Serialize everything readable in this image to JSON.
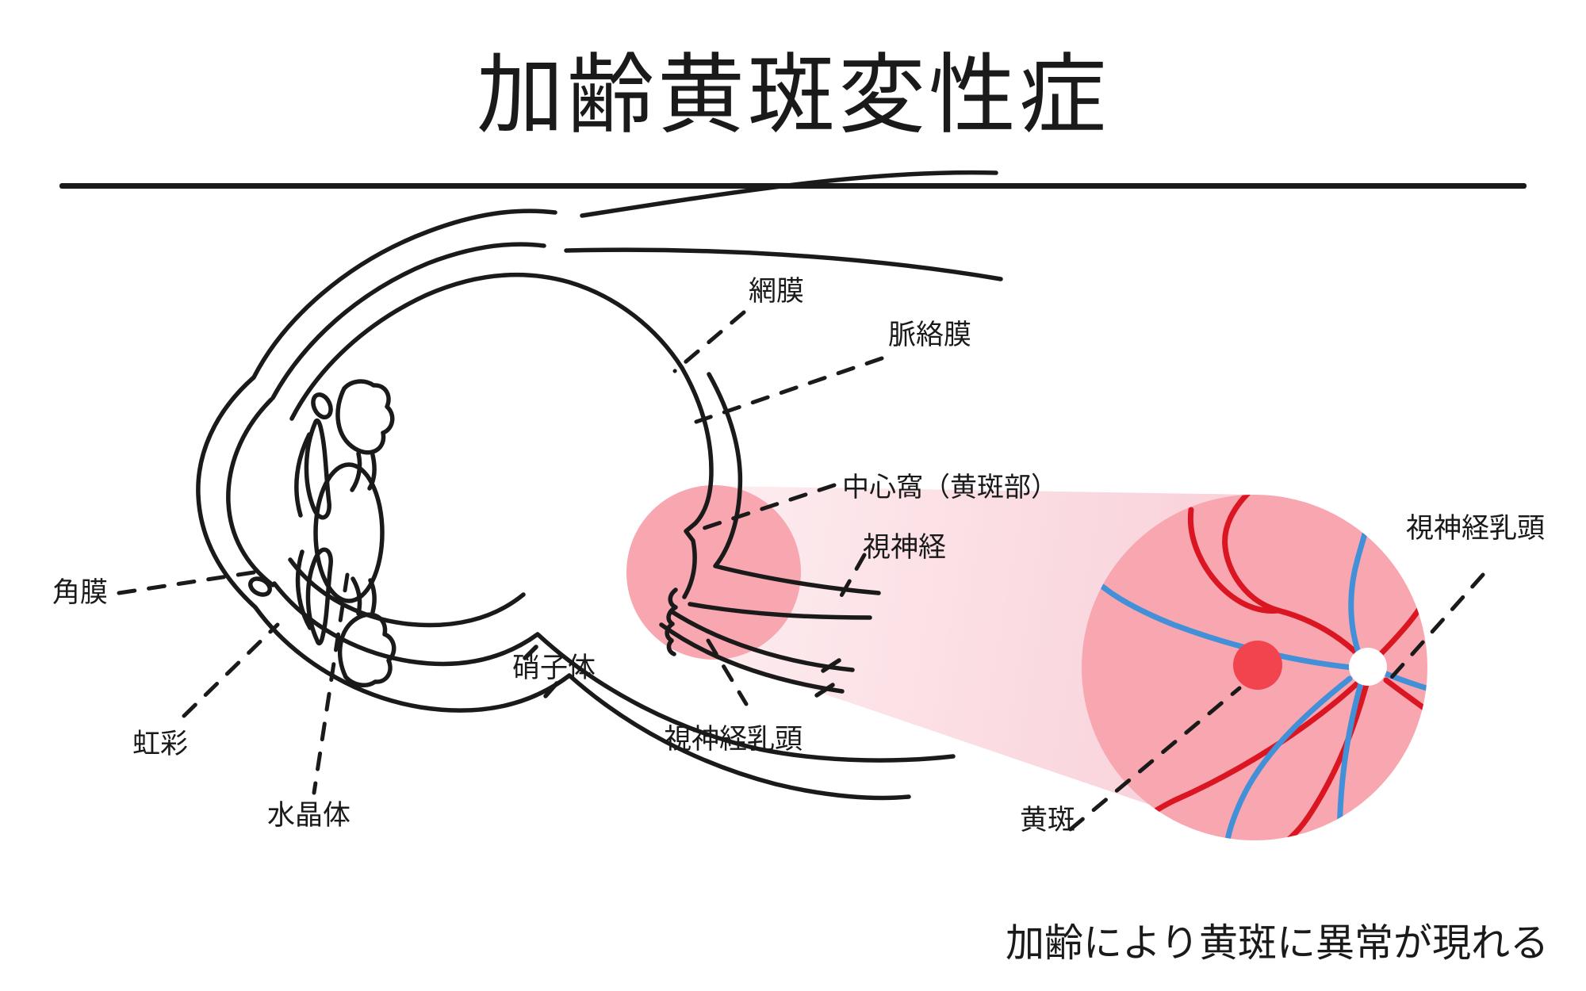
{
  "title": "加齢黄斑変性症",
  "caption": "加齢により黄斑に異常が現れる",
  "labels": {
    "retina": "網膜",
    "choroid": "脈絡膜",
    "fovea": "中心窩（黄斑部）",
    "optic_nerve": "視神経",
    "cornea": "角膜",
    "iris": "虹彩",
    "lens": "水晶体",
    "vitreous": "硝子体",
    "optic_disc_left": "視神経乳頭",
    "optic_disc_right": "視神経乳頭",
    "macula": "黄斑"
  },
  "colors": {
    "line_black": "#1a1a1a",
    "pink_area": "#F8A6B0",
    "beam_light": "#FDECEF",
    "beam_dark": "#F9CFD8",
    "macula_red": "#F2444E",
    "artery_red": "#DB1623",
    "vein_blue": "#4190D8",
    "optic_disc_white": "#FFFFFF"
  }
}
